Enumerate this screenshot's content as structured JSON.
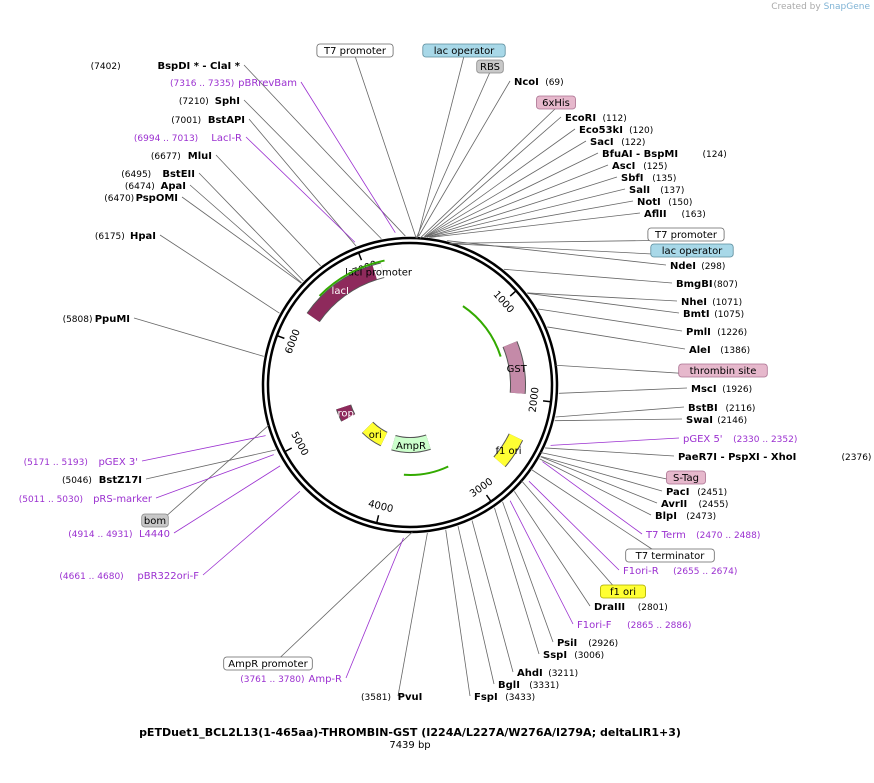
{
  "header": {
    "credit_prefix": "Created by",
    "credit_brand": "SnapGene"
  },
  "plasmid": {
    "name": "pETDuet1_BCL2L13(1-465aa)-THROMBIN-GST (I224A/L227A/W276A/I279A; deltaLIR1+3)",
    "length_label": "7439 bp",
    "length": 7439
  },
  "ticks": [
    "1000",
    "2000",
    "3000",
    "4000",
    "5000",
    "6000",
    "7000"
  ],
  "features": [
    {
      "label": "lacI",
      "start": 6300,
      "end": 7080,
      "color": "#8e2a5c",
      "strand": -1
    },
    {
      "label": "lacI promoter",
      "start": 7080,
      "end": 7160,
      "color": "#ffffff",
      "strand": -1
    },
    {
      "label": "GST",
      "start": 1400,
      "end": 1950,
      "color": "#c48aa8",
      "strand": -1
    },
    {
      "label": "AmpR",
      "start": 3350,
      "end": 4050,
      "color": "#ccffcc",
      "strand": -1
    },
    {
      "label": "ori",
      "start": 4250,
      "end": 4650,
      "color": "#ffff33",
      "strand": -1
    },
    {
      "label": "rop",
      "start": 5000,
      "end": 5200,
      "color": "#8e2a5c",
      "strand": -1
    },
    {
      "label": "f1 ori",
      "start": 2400,
      "end": 2700,
      "color": "#ffff33",
      "strand": -1
    }
  ],
  "boxed_labels": [
    {
      "text": "T7 promoter",
      "fill": "#ffffff",
      "stroke": "#666666"
    },
    {
      "text": "lac operator",
      "fill": "#a8d8e8",
      "stroke": "#5a8a9a"
    },
    {
      "text": "RBS",
      "fill": "#c8c8c8",
      "stroke": "#888888"
    },
    {
      "text": "6xHis",
      "fill": "#e6b8cc",
      "stroke": "#aa7090"
    },
    {
      "text": "T7 promoter",
      "fill": "#ffffff",
      "stroke": "#666666"
    },
    {
      "text": "lac operator",
      "fill": "#a8d8e8",
      "stroke": "#5a8a9a"
    },
    {
      "text": "thrombin site",
      "fill": "#e6b8cc",
      "stroke": "#aa7090"
    },
    {
      "text": "S-Tag",
      "fill": "#e6b8cc",
      "stroke": "#aa7090"
    },
    {
      "text": "T7 terminator",
      "fill": "#ffffff",
      "stroke": "#666666"
    },
    {
      "text": "f1 ori",
      "fill": "#ffff33",
      "stroke": "#aaaa00"
    },
    {
      "text": "bom",
      "fill": "#c8c8c8",
      "stroke": "#888888"
    },
    {
      "text": "AmpR promoter",
      "fill": "#ffffff",
      "stroke": "#666666"
    }
  ],
  "enzymes": [
    {
      "name": "BspDI *  -  ClaI *",
      "pos": "(7402)"
    },
    {
      "name": "SphI",
      "pos": "(7210)"
    },
    {
      "name": "BstAPI",
      "pos": "(7001)"
    },
    {
      "name": "MluI",
      "pos": "(6677)"
    },
    {
      "name": "BstEII",
      "pos": "(6495)"
    },
    {
      "name": "ApaI",
      "pos": "(6474)"
    },
    {
      "name": "PspOMI",
      "pos": "(6470)"
    },
    {
      "name": "HpaI",
      "pos": "(6175)"
    },
    {
      "name": "PpuMI",
      "pos": "(5808)"
    },
    {
      "name": "BstZ17I",
      "pos": "(5046)"
    },
    {
      "name": "PvuI",
      "pos": "(3581)"
    },
    {
      "name": "NcoI",
      "pos": "(69)"
    },
    {
      "name": "EcoRI",
      "pos": "(112)"
    },
    {
      "name": "Eco53kI",
      "pos": "(120)"
    },
    {
      "name": "SacI",
      "pos": "(122)"
    },
    {
      "name": "BfuAI  -  BspMI",
      "pos": "(124)"
    },
    {
      "name": "AscI",
      "pos": "(125)"
    },
    {
      "name": "SbfI",
      "pos": "(135)"
    },
    {
      "name": "SalI",
      "pos": "(137)"
    },
    {
      "name": "NotI",
      "pos": "(150)"
    },
    {
      "name": "AflII",
      "pos": "(163)"
    },
    {
      "name": "NdeI",
      "pos": "(298)"
    },
    {
      "name": "BmgBI",
      "pos": "(807)"
    },
    {
      "name": "NheI",
      "pos": "(1071)"
    },
    {
      "name": "BmtI",
      "pos": "(1075)"
    },
    {
      "name": "PmlI",
      "pos": "(1226)"
    },
    {
      "name": "AleI",
      "pos": "(1386)"
    },
    {
      "name": "MscI",
      "pos": "(1926)"
    },
    {
      "name": "BstBI",
      "pos": "(2116)"
    },
    {
      "name": "SwaI",
      "pos": "(2146)"
    },
    {
      "name": "PaeR7I  -  PspXI  -  XhoI",
      "pos": "(2376)"
    },
    {
      "name": "PacI",
      "pos": "(2451)"
    },
    {
      "name": "AvrII",
      "pos": "(2455)"
    },
    {
      "name": "BlpI",
      "pos": "(2473)"
    },
    {
      "name": "DraIII",
      "pos": "(2801)"
    },
    {
      "name": "PsiI",
      "pos": "(2926)"
    },
    {
      "name": "SspI",
      "pos": "(3006)"
    },
    {
      "name": "AhdI",
      "pos": "(3211)"
    },
    {
      "name": "BglI",
      "pos": "(3331)"
    },
    {
      "name": "FspI",
      "pos": "(3433)"
    }
  ],
  "primers": [
    {
      "name": "pBRrevBam",
      "range": "(7316 .. 7335)"
    },
    {
      "name": "LacI-R",
      "range": "(6994 .. 7013)"
    },
    {
      "name": "pGEX 3'",
      "range": "(5171 .. 5193)"
    },
    {
      "name": "pRS-marker",
      "range": "(5011 .. 5030)"
    },
    {
      "name": "L4440",
      "range": "(4914 .. 4931)"
    },
    {
      "name": "pBR322ori-F",
      "range": "(4661 .. 4680)"
    },
    {
      "name": "Amp-R",
      "range": "(3761 .. 3780)"
    },
    {
      "name": "pGEX 5'",
      "range": "(2330 .. 2352)"
    },
    {
      "name": "T7 Term",
      "range": "(2470 .. 2488)"
    },
    {
      "name": "F1ori-R",
      "range": "(2655 .. 2674)"
    },
    {
      "name": "F1ori-F",
      "range": "(2865 .. 2886)"
    }
  ],
  "colors": {
    "primer": "#9b30d0",
    "backbone": "#000000",
    "leader": "#666666"
  }
}
